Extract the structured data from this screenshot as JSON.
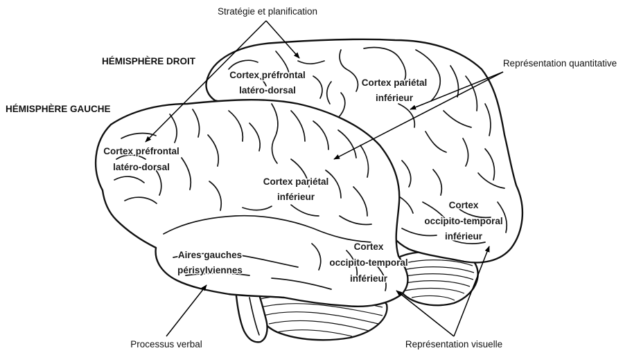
{
  "callouts": {
    "strategy": "Stratégie et planification",
    "quantitative": "Représentation quantitative",
    "verbal": "Processus verbal",
    "visual": "Représentation visuelle"
  },
  "hemispheres": {
    "right": "HÉMISPHÈRE DROIT",
    "left": "HÉMISPHÈRE GAUCHE"
  },
  "regions": {
    "right_prefrontal": [
      "Cortex préfrontal",
      "latéro-dorsal"
    ],
    "right_parietal": [
      "Cortex pariétal",
      "inférieur"
    ],
    "left_prefrontal": [
      "Cortex préfrontal",
      "latéro-dorsal"
    ],
    "left_parietal": [
      "Cortex pariétal",
      "inférieur"
    ],
    "left_perisylvian": [
      "Aires gauches",
      "périsylviennes"
    ],
    "left_occipito": [
      "Cortex",
      "occipito-temporal",
      "inférieur"
    ],
    "right_occipito": [
      "Cortex",
      "occipito-temporal",
      "inférieur"
    ]
  },
  "colors": {
    "ink": "#111111",
    "paper": "#ffffff"
  }
}
